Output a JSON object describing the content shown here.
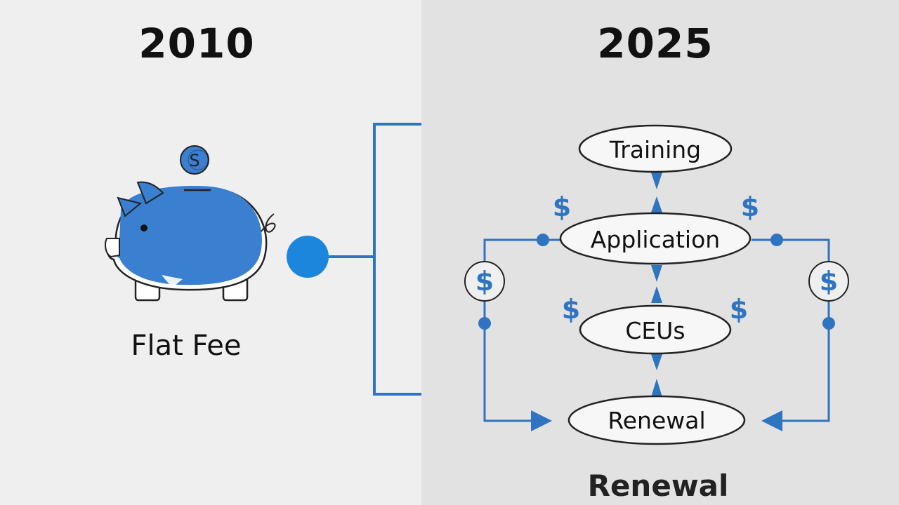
{
  "left_panel": {
    "year": "2010",
    "label": "Flat Fee",
    "coin_symbol": "S",
    "icon": "piggy-bank-icon"
  },
  "right_panel": {
    "year": "2025",
    "nodes": [
      "Training",
      "Application",
      "CEUs",
      "Renewal"
    ],
    "dollar_symbol": "$",
    "bottom_title": "Renewal"
  },
  "colors": {
    "accent": "#2f74c0",
    "piggy": "#3a7fd0",
    "dot": "#1c86dd",
    "left_bg": "#efefef",
    "right_bg": "#e2e2e2"
  }
}
